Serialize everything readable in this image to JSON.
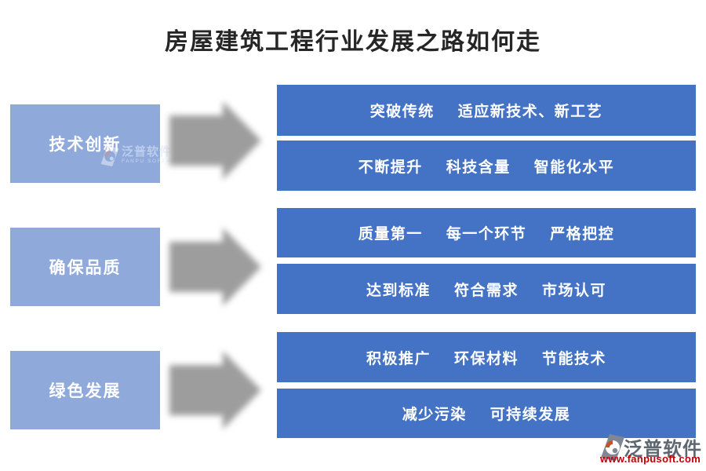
{
  "title": "房屋建筑工程行业发展之路如何走",
  "rows": [
    {
      "label": "技术创新",
      "lines": [
        {
          "phrases": [
            "突破传统",
            "适应新技术、新工艺"
          ]
        },
        {
          "phrases": [
            "不断提升",
            "科技含量",
            "智能化水平"
          ]
        }
      ]
    },
    {
      "label": "确保品质",
      "lines": [
        {
          "phrases": [
            "质量第一",
            "每一个环节",
            "严格把控"
          ]
        },
        {
          "phrases": [
            "达到标准",
            "符合需求",
            "市场认可"
          ]
        }
      ]
    },
    {
      "label": "绿色发展",
      "lines": [
        {
          "phrases": [
            "积极推广",
            "环保材料",
            "节能技术"
          ]
        },
        {
          "phrases": [
            "减少污染",
            "可持续发展"
          ]
        }
      ]
    }
  ],
  "watermark": {
    "name": "泛普软件",
    "subtitle": "FANPU SOFTWARE"
  },
  "brand": {
    "name": "泛普软件",
    "url": "www.fanpusoft.com"
  },
  "colors": {
    "accent_blue": "#4472C4",
    "light_blue": "#8FA9DB",
    "arrow_gray": "#9D9D9D",
    "title_text": "#262626",
    "brand_red": "#C00000",
    "brand_gray": "#5E6770"
  }
}
